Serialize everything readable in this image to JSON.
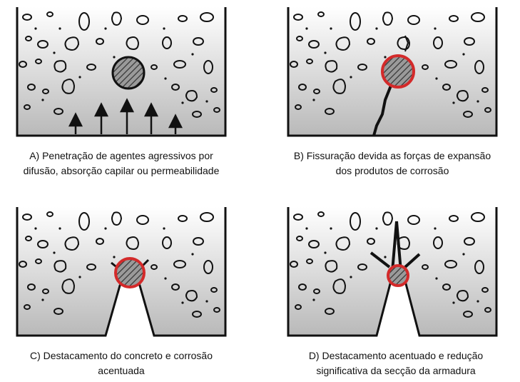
{
  "captions": {
    "a": {
      "line1": "A) Penetração de agentes agressivos por",
      "line2": "difusão, absorção capilar ou permeabilidade"
    },
    "b": {
      "line1": "B) Fissuração devida as forças de expansão",
      "line2": "dos produtos de corrosão"
    },
    "c": {
      "line1": "C) Destacamento do concreto e corrosão",
      "line2": "acentuada"
    },
    "d": {
      "line1": "D) Destacamento acentuado e redução",
      "line2": "significativa da secção da armadura"
    }
  },
  "colors": {
    "concrete_top": "#ffffff",
    "concrete_bottom": "#bdbdbd",
    "outline": "#111111",
    "rebar_ring": "#d32a2a",
    "rebar_fill": "#8a8a8a"
  },
  "icons": {
    "rebar": "rebar-cross-section-icon",
    "arrow": "up-arrow-icon",
    "crack": "crack-line-icon"
  }
}
